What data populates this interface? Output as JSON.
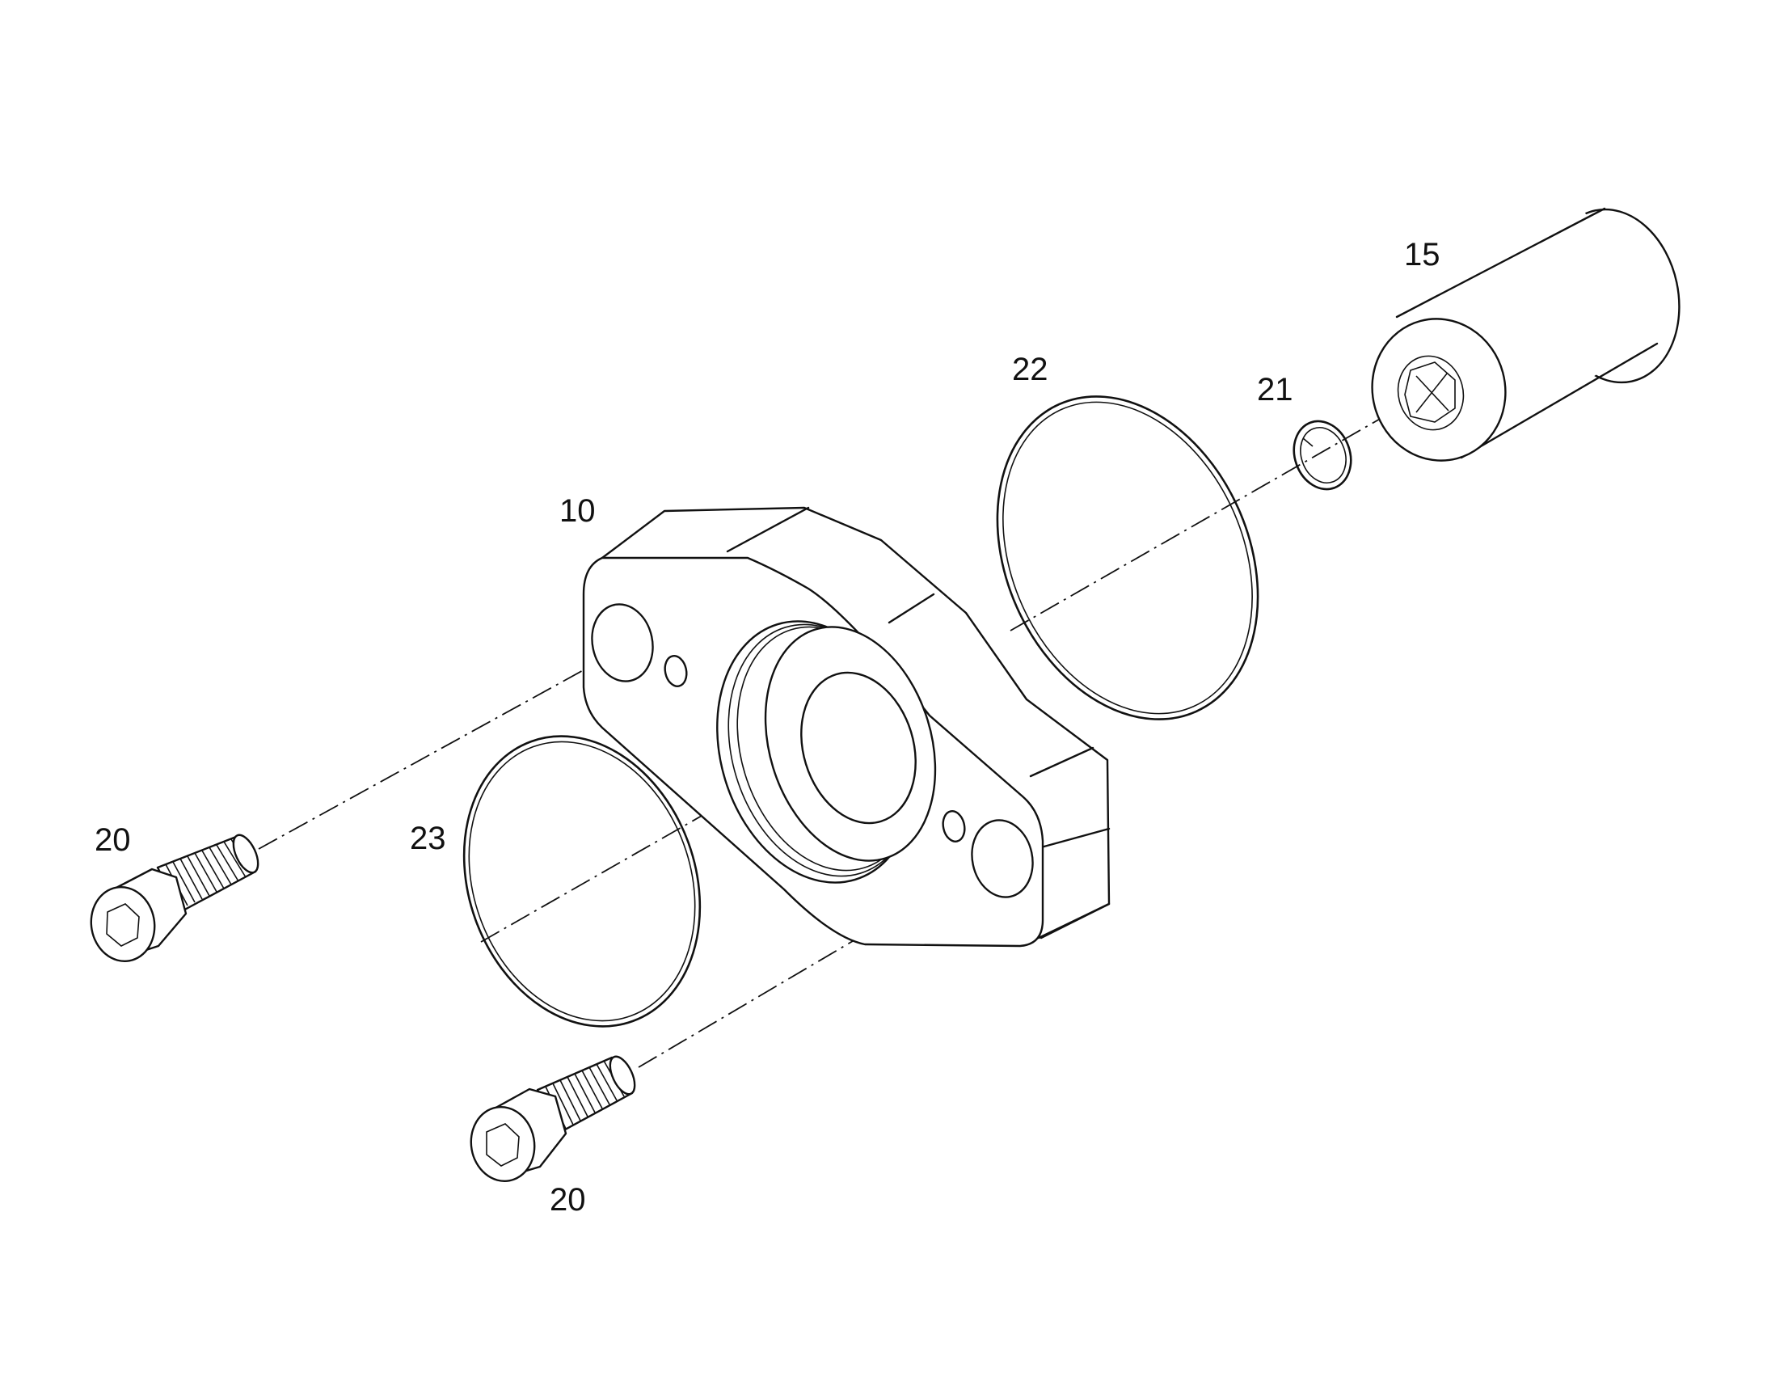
{
  "diagram": {
    "labels": {
      "flange": "10",
      "coupling": "15",
      "screw_left": "20",
      "screw_bottom": "20",
      "retaining_ring": "21",
      "oring_large": "22",
      "oring_small": "23"
    }
  }
}
